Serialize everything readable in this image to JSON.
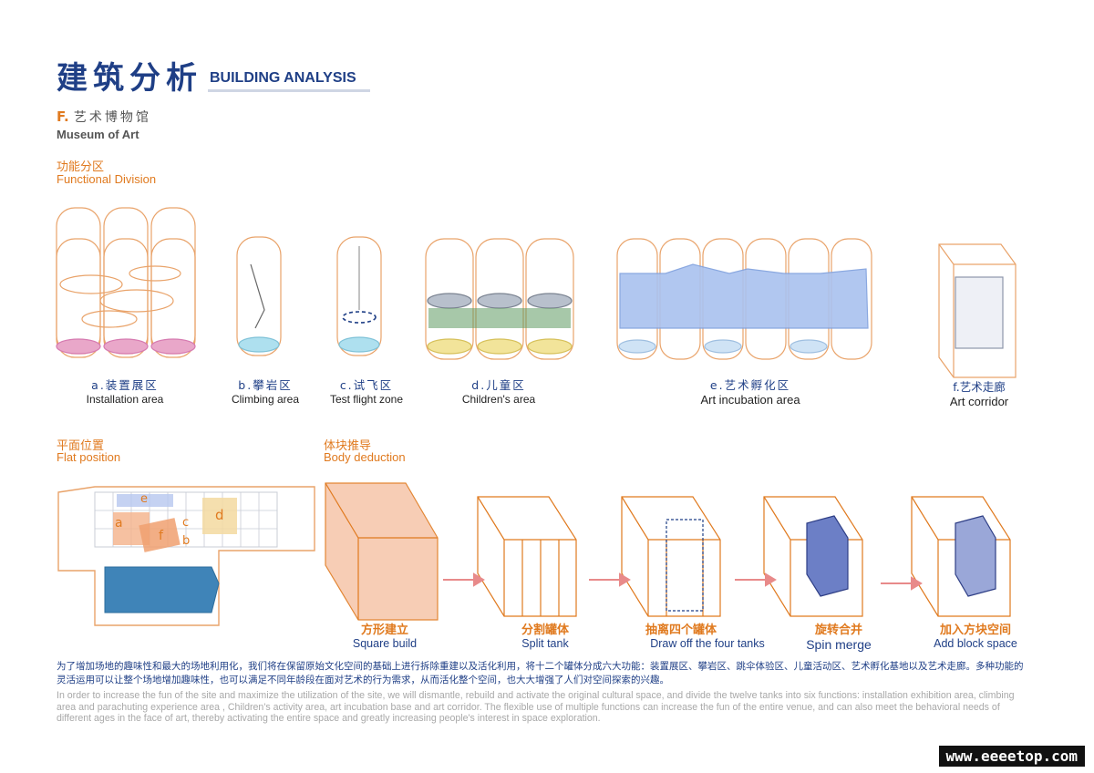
{
  "header": {
    "title_cn": "建筑分析",
    "title_en": "BUILDING ANALYSIS"
  },
  "section": {
    "letter": "F.",
    "title_cn": "艺术博物馆",
    "title_en": "Museum of Art"
  },
  "functional": {
    "title_cn": "功能分区",
    "title_en": "Functional Division"
  },
  "areas": [
    {
      "cn": "a.装置展区",
      "en": "Installation area"
    },
    {
      "cn": "b.攀岩区",
      "en": "Climbing area"
    },
    {
      "cn": "c.试飞区",
      "en": "Test flight zone"
    },
    {
      "cn": "d.儿童区",
      "en": "Children's area"
    },
    {
      "cn": "e.艺术孵化区",
      "en": "Art incubation area"
    },
    {
      "cn": "f.艺术走廊",
      "en": "Art corridor"
    }
  ],
  "flat": {
    "title_cn": "平面位置",
    "title_en": "Flat position",
    "markers": [
      "a",
      "b",
      "c",
      "d",
      "e",
      "f"
    ]
  },
  "body": {
    "title_cn": "体块推导",
    "title_en": "Body deduction"
  },
  "steps": [
    {
      "cn": "方形建立",
      "en": "Square build"
    },
    {
      "cn": "分割罐体",
      "en": "Split tank"
    },
    {
      "cn": "抽离四个罐体",
      "en": "Draw off the four tanks"
    },
    {
      "cn": "旋转合并",
      "en": "Spin merge"
    },
    {
      "cn": "加入方块空间",
      "en": "Add block space"
    }
  ],
  "description": {
    "cn": "为了增加场地的趣味性和最大的场地利用化，我们将在保留原始文化空间的基础上进行拆除重建以及活化利用，将十二个罐体分成六大功能：装置展区、攀岩区、跳伞体验区、儿童活动区、艺术孵化基地以及艺术走廊。多种功能的灵活运用可以让整个场地增加趣味性，也可以满足不同年龄段在面对艺术的行为需求，从而活化整个空间，也大大增强了人们对空间探索的兴趣。",
    "en": "In order to increase the fun of the site and maximize the utilization of the site, we will dismantle, rebuild and activate the original cultural space, and divide the twelve tanks into six functions: installation exhibition area, climbing area and parachuting experience area , Children's activity area, art incubation base and art corridor. The flexible use of multiple functions can increase the fun of the entire venue, and can also meet the behavioral needs of different ages in the face of art, thereby activating the entire space and greatly increasing people's interest in space exploration."
  },
  "watermark": "www.eeeetop.com",
  "colors": {
    "navy": "#1f3f86",
    "orange": "#e07a1f",
    "blue_block": "#9fb8ea",
    "pink_arrow": "#e88a8a"
  }
}
